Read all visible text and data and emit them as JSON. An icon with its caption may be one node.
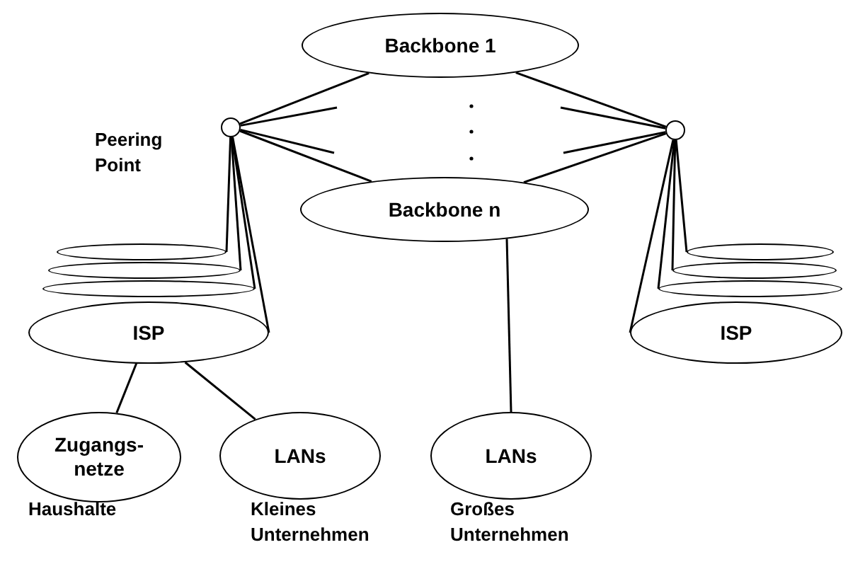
{
  "diagram": {
    "nodes": [
      {
        "text": [
          "Backbone 1"
        ]
      },
      {
        "text": [
          "Backbone n"
        ]
      },
      {
        "text": [],
        "shape": "circle",
        "beside": [
          "Peering Point"
        ]
      },
      {
        "text": [],
        "shape": "circle"
      },
      {
        "text": [],
        "shape": "ellipse"
      },
      {
        "text": [],
        "shape": "ellipse"
      },
      {
        "text": [],
        "shape": "ellipse"
      },
      {
        "text": [
          "ISP"
        ]
      },
      {
        "text": [],
        "shape": "ellipse"
      },
      {
        "text": [],
        "shape": "ellipse"
      },
      {
        "text": [],
        "shape": "ellipse"
      },
      {
        "text": [
          "ISP"
        ]
      },
      {
        "text": [
          "Zugangs- netze"
        ],
        "beside": [
          "Haushalte"
        ]
      },
      {
        "text": [
          "LANs"
        ],
        "beside": [
          "Kleines Unternehmen"
        ]
      },
      {
        "text": [
          "LANs"
        ],
        "beside": [
          "Großes Unternehmen"
        ]
      }
    ],
    "edges": [
      {
        "from": 2,
        "to": 0,
        "arrow": "none"
      },
      {
        "from": 2,
        "to": null,
        "arrow": "none"
      },
      {
        "from": 2,
        "to": null,
        "arrow": "none"
      },
      {
        "from": 2,
        "to": 1,
        "arrow": "none"
      },
      {
        "from": 3,
        "to": 0,
        "arrow": "none"
      },
      {
        "from": 3,
        "to": null,
        "arrow": "none"
      },
      {
        "from": 3,
        "to": null,
        "arrow": "none"
      },
      {
        "from": 3,
        "to": 1,
        "arrow": "none"
      },
      {
        "from": 2,
        "to": 4,
        "arrow": "none"
      },
      {
        "from": 2,
        "to": 5,
        "arrow": "none"
      },
      {
        "from": 2,
        "to": 6,
        "arrow": "none"
      },
      {
        "from": 2,
        "to": 7,
        "arrow": "none"
      },
      {
        "from": 3,
        "to": 8,
        "arrow": "none"
      },
      {
        "from": 3,
        "to": 9,
        "arrow": "none"
      },
      {
        "from": 3,
        "to": 10,
        "arrow": "none"
      },
      {
        "from": 3,
        "to": 11,
        "arrow": "none"
      },
      {
        "from": 7,
        "to": 12,
        "arrow": "none"
      },
      {
        "from": 7,
        "to": 13,
        "arrow": "none"
      },
      {
        "from": 1,
        "to": 14,
        "arrow": "none"
      }
    ]
  }
}
